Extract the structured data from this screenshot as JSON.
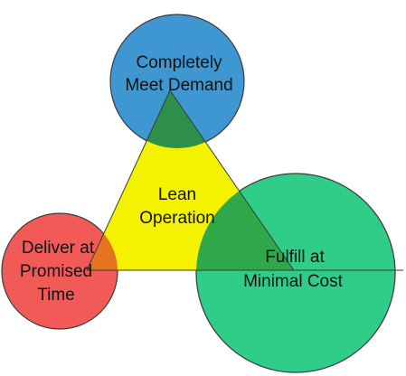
{
  "diagram": {
    "center": {
      "line1": "Lean",
      "line2": "Operation"
    },
    "nodes": {
      "top": {
        "line1": "Completely",
        "line2": "Meet Demand"
      },
      "left": {
        "line1": "Deliver at",
        "line2": "Promised",
        "line3": "Time"
      },
      "right": {
        "line1": "Fulfill at",
        "line2": "Minimal Cost"
      }
    },
    "colors": {
      "triangle": "#f5f200",
      "top_circle": "#3f97d2",
      "left_circle": "#f25a57",
      "right_circle": "#2fcd88",
      "overlap_top": "#2e8f4a",
      "overlap_left": "#e8731e",
      "overlap_right": "#2fa84a",
      "outline": "#3a3a3a"
    }
  }
}
